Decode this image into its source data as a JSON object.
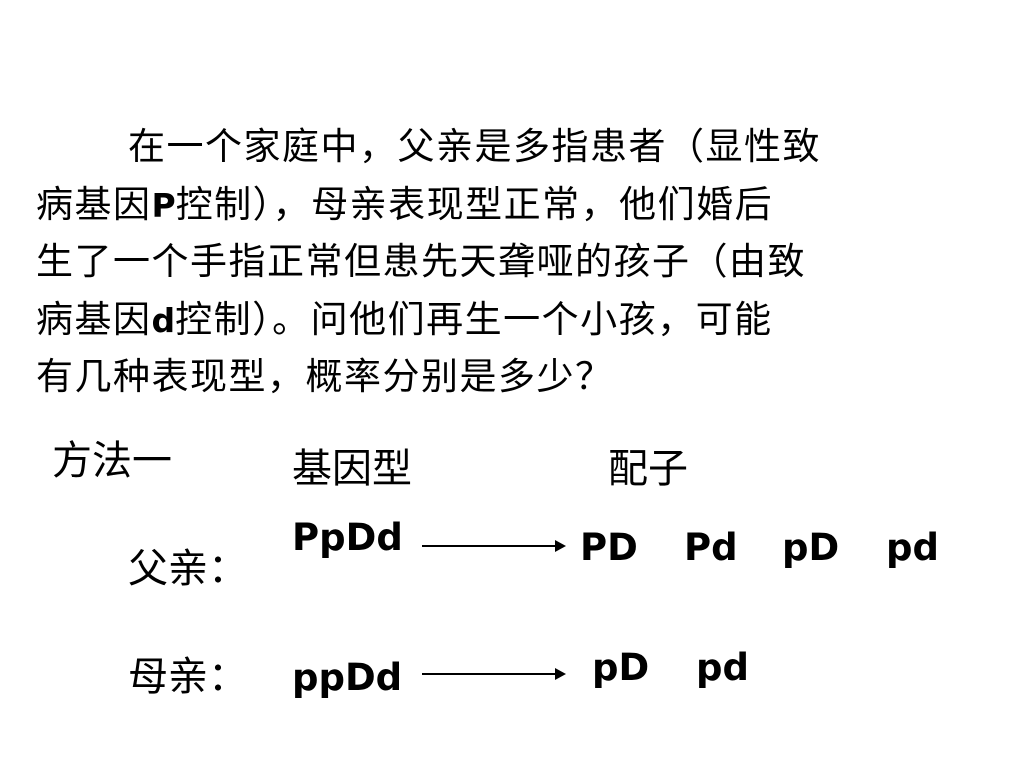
{
  "problem": {
    "line1": "在一个家庭中，父亲是多指患者（显性致",
    "line2_a": "病基因",
    "line2_gene": "P",
    "line2_b": "控制），母亲表现型正常，他们婚后",
    "line3": "生了一个手指正常但患先天聋哑的孩子（由致",
    "line4_a": "病基因",
    "line4_gene": "d",
    "line4_b": "控制）。问他们再生一个小孩，可能",
    "line5": "有几种表现型，概率分别是多少？"
  },
  "method": {
    "label": "方法一",
    "genotype_header": "基因型",
    "gamete_header": "配子"
  },
  "father": {
    "label": "父亲：",
    "genotype": "PpDd",
    "gametes": [
      "PD",
      "Pd",
      "pD",
      "pd"
    ]
  },
  "mother": {
    "label": "母亲：",
    "genotype": "ppDd",
    "gametes": [
      "pD",
      "pd"
    ]
  }
}
